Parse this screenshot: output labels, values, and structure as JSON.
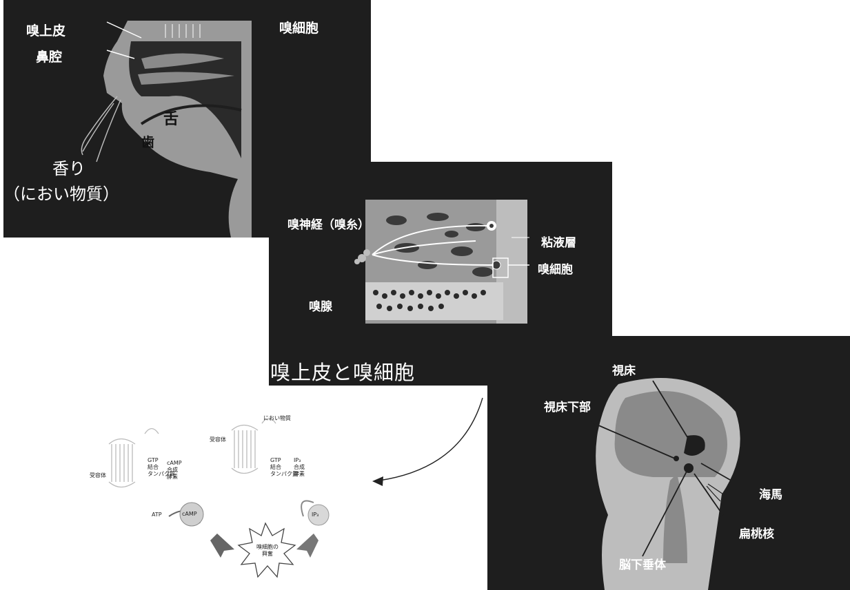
{
  "panel_nasal": {
    "labels": {
      "olfactory_epithelium": "嗅上皮",
      "nasal_cavity": "鼻腔",
      "olfactory_cell": "嗅細胞",
      "tongue": "舌",
      "teeth": "歯",
      "aroma": "香り",
      "odor_substance": "（におい物質）"
    }
  },
  "panel_epithelium": {
    "labels": {
      "olfactory_nerve": "嗅神経（嗅糸）",
      "mucus_layer": "粘液層",
      "olfactory_cell": "嗅細胞",
      "olfactory_gland": "嗅腺"
    },
    "caption": "嗅上皮と嗅細胞"
  },
  "panel_brain": {
    "labels": {
      "thalamus": "視床",
      "hypothalamus": "視床下部",
      "hippocampus": "海馬",
      "amygdala": "扁桃核",
      "pituitary": "脳下垂体"
    }
  },
  "panel_signal": {
    "labels": {
      "odor_substance": "におい物質",
      "receptor_top": "受容体",
      "receptor_left": "受容体",
      "gtp_left": "GTP\n結合\nタンパク質",
      "camp_synth": "cAMP\n合成\n酵素",
      "gtp_right": "GTP\n結合\nタンパク質",
      "ip3_synth": "IP₃\n合成\n酵素",
      "atp": "ATP",
      "camp": "cAMP",
      "ip3": "IP₃",
      "excitation": "嗅細胞の\n興奮"
    }
  }
}
